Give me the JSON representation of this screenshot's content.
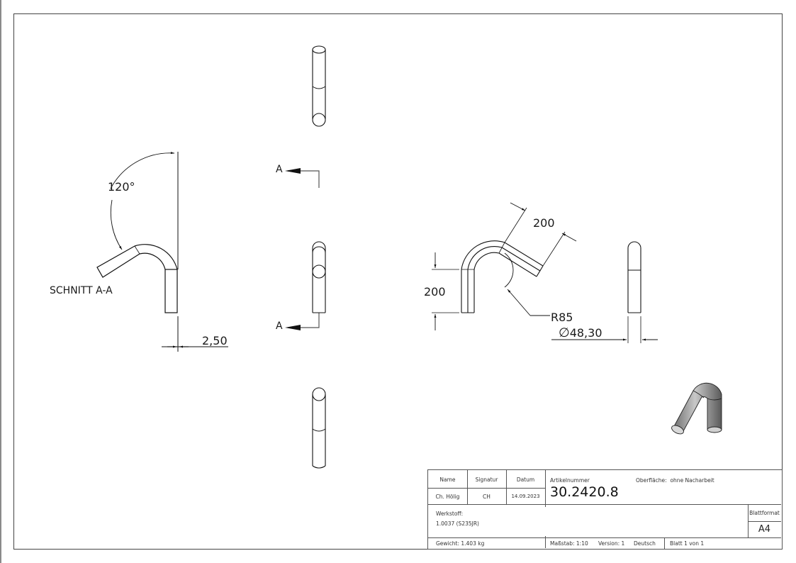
{
  "drawing": {
    "section_view": {
      "label": "SCHNITT A-A",
      "angle_dim": "120°",
      "thickness_dim": "2,50"
    },
    "section_marker": {
      "letter_top": "A",
      "letter_bottom": "A"
    },
    "front_view": {
      "leg_length_dim": "200",
      "angled_length_dim": "200",
      "bend_radius_dim": "R85"
    },
    "side_view": {
      "diameter_dim": "Ø48,30",
      "diameter_symbol": "∅",
      "diameter_value": "48,30"
    },
    "iso_view": {
      "icon": "tube-3d-render"
    }
  },
  "title_block": {
    "headers": {
      "name": "Name",
      "signature": "Signatur",
      "date": "Datum"
    },
    "values": {
      "name": "Ch. Hölig",
      "signature": "CH",
      "date": "14.09.2023"
    },
    "article_number_label": "Artikelnummer",
    "article_number": "30.2420.8",
    "surface": "Oberfläche:  ohne Nacharbeit",
    "material_label": "Werkstoff:",
    "material": "1.0037 (S235JR)",
    "sheet_format_label": "Blattformat",
    "sheet_format": "A4",
    "weight": "Gewicht: 1.403 kg",
    "scale": "Maßstab: 1:10",
    "version": "Version: 1",
    "language": "Deutsch",
    "sheet": "Blatt 1 von 1"
  }
}
